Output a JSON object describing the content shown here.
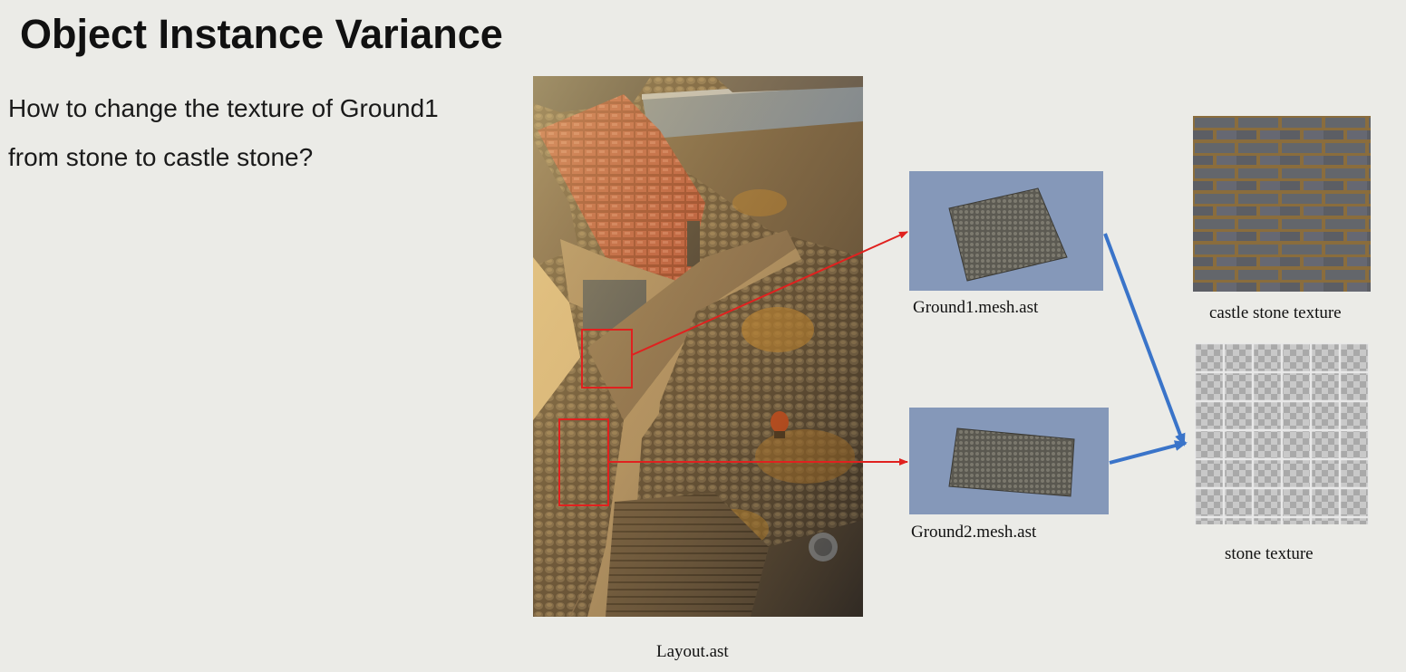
{
  "slide": {
    "title": "Object Instance Variance",
    "question_line1": "How to change the texture of Ground1",
    "question_line2": "from stone to castle stone?"
  },
  "layout_caption": "Layout.ast",
  "meshes": {
    "ground1_label": "Ground1.mesh.ast",
    "ground2_label": "Ground2.mesh.ast"
  },
  "textures": {
    "castle_label": "castle stone texture",
    "stone_label": "stone texture"
  },
  "colors": {
    "background": "#ebebe7",
    "highlight_box": "#e0211f",
    "link_arrow": "#e0211f",
    "texture_arrow": "#3a74c9",
    "mesh_panel": "#8598b9"
  }
}
